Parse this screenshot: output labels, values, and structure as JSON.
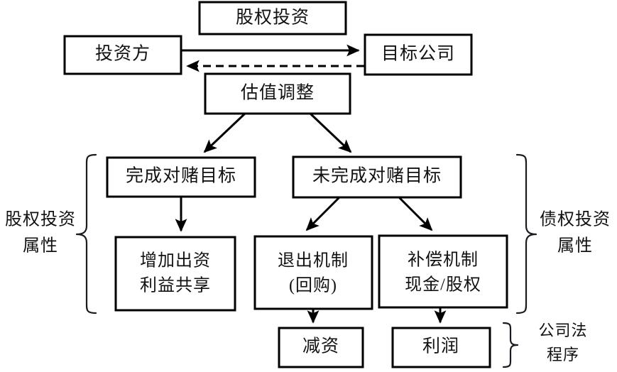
{
  "diagram": {
    "title_present": false,
    "colors": {
      "stroke": "#000000",
      "background": "#ffffff",
      "text": "#111111",
      "brace": "#1a1a22"
    },
    "nodes": {
      "equity_investment": "股权投资",
      "investor": "投资方",
      "target_company": "目标公司",
      "valuation_adjustment": "估值调整",
      "goal_met": "完成对赌目标",
      "goal_not_met": "未完成对赌目标",
      "add_capital_line1": "增加出资",
      "add_capital_line2": "利益共享",
      "exit_mechanism_line1": "退出机制",
      "exit_mechanism_line2": "(回购)",
      "compensation_line1": "补偿机制",
      "compensation_line2": "现金/股权",
      "capital_reduction": "减资",
      "profit": "利润"
    },
    "side_labels": {
      "left_line1": "股权投资",
      "left_line2": "属性",
      "right_line1": "债权投资",
      "right_line2": "属性",
      "bottom_right_line1": "公司法",
      "bottom_right_line2": "程序"
    },
    "edges": [
      {
        "name": "investor-to-target",
        "style": "solid",
        "arrow": "end"
      },
      {
        "name": "target-to-investor",
        "style": "dashed",
        "arrow": "end"
      },
      {
        "name": "valuation-to-goal-met",
        "style": "solid",
        "arrow": "end"
      },
      {
        "name": "valuation-to-goal-not-met",
        "style": "solid",
        "arrow": "end"
      },
      {
        "name": "goal-met-to-add-capital",
        "style": "solid",
        "arrow": "end"
      },
      {
        "name": "goal-not-met-to-exit",
        "style": "solid",
        "arrow": "end"
      },
      {
        "name": "goal-not-met-to-compensation",
        "style": "solid",
        "arrow": "end"
      },
      {
        "name": "exit-to-capital-reduction",
        "style": "solid",
        "arrow": "end"
      },
      {
        "name": "compensation-to-profit",
        "style": "solid",
        "arrow": "end"
      }
    ]
  }
}
